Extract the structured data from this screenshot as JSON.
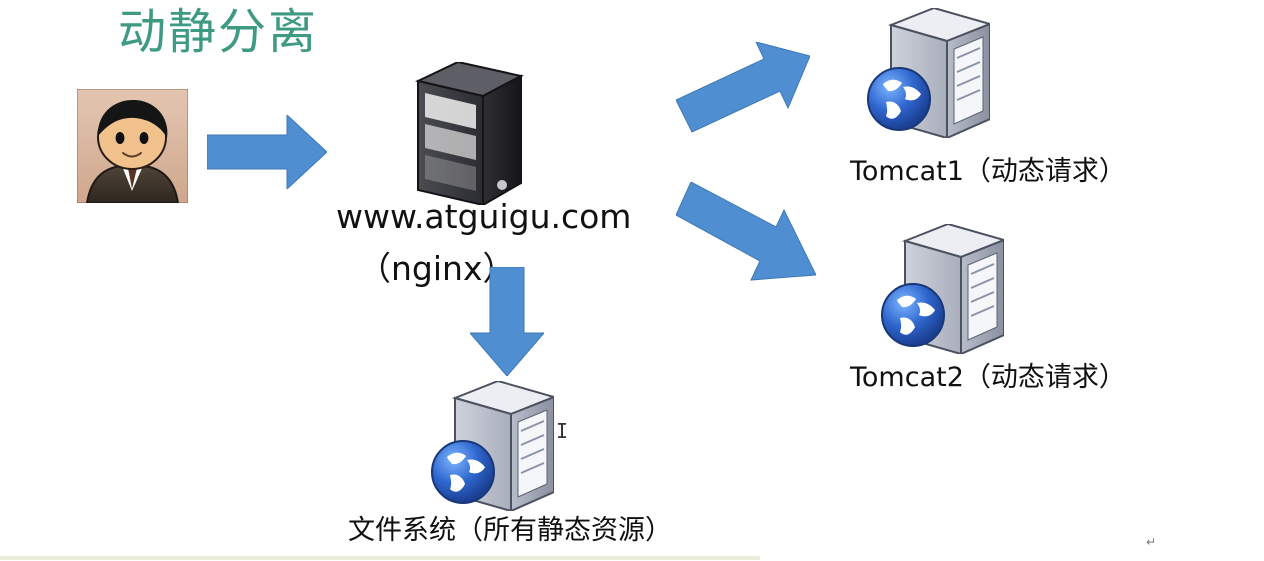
{
  "title": "动静分离",
  "nginx": {
    "domain": "www.atguigu.com",
    "subtitle": "（nginx）"
  },
  "tomcat1": {
    "label": "Tomcat1（动态请求）"
  },
  "tomcat2": {
    "label": "Tomcat2（动态请求）"
  },
  "filesystem": {
    "label": "文件系统（所有静态资源）"
  },
  "colors": {
    "title": "#3f9a83",
    "arrow": "#4f8fd1",
    "server_dark": "#1f1f24",
    "server_light": "#c9cdd6",
    "globe": "#2d67cf",
    "user_bg": "#d9b59d"
  },
  "icons": {
    "user": "user-avatar-icon",
    "nginx": "dark-server-icon",
    "tomcat": "web-server-icon",
    "filesystem": "file-server-icon"
  }
}
